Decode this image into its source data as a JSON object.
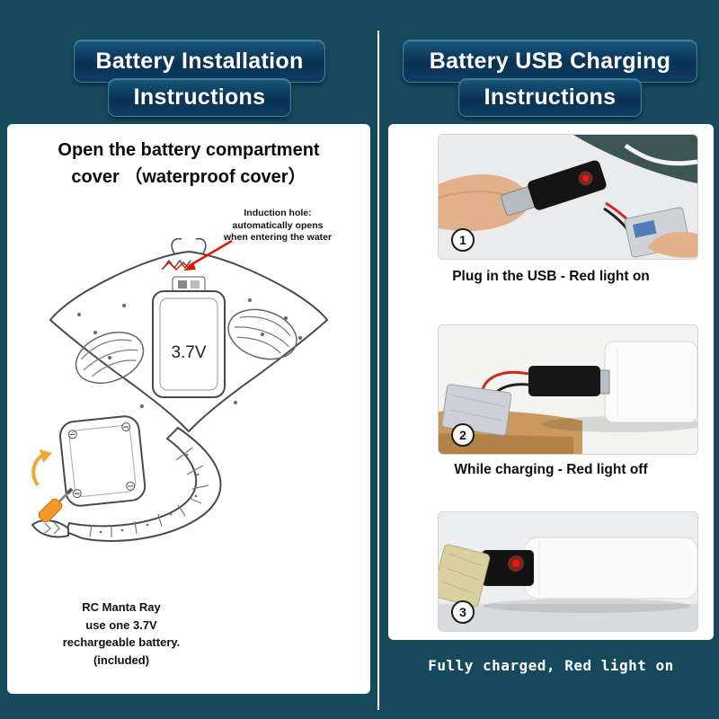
{
  "left": {
    "header": {
      "line1": "Battery Installation",
      "line2": "Instructions"
    },
    "subtitle": {
      "line1": "Open the battery compartment",
      "line2": "cover （waterproof cover）"
    },
    "annotation": {
      "line1": "Induction hole:",
      "line2": "automatically opens",
      "line3": "when entering the water"
    },
    "battery_label": "3.7V",
    "footnote": {
      "line1": "RC Manta Ray",
      "line2": "use one 3.7V",
      "line3": "rechargeable battery.",
      "line4": "(included)"
    }
  },
  "right": {
    "header": {
      "line1": "Battery USB Charging",
      "line2": "Instructions"
    },
    "steps": [
      {
        "number": "1",
        "caption": "Plug in the USB - Red light on"
      },
      {
        "number": "2",
        "caption": "While charging - Red light off"
      },
      {
        "number": "3",
        "caption": "Fully charged, Red light on"
      }
    ]
  },
  "colors": {
    "background": "#17495d",
    "header_box": "#0d3a5e",
    "divider": "#ffffff",
    "annotation_arrow_red": "#e01800",
    "led_red": "#ff1500",
    "screwdriver_orange": "#ef9a2c"
  }
}
